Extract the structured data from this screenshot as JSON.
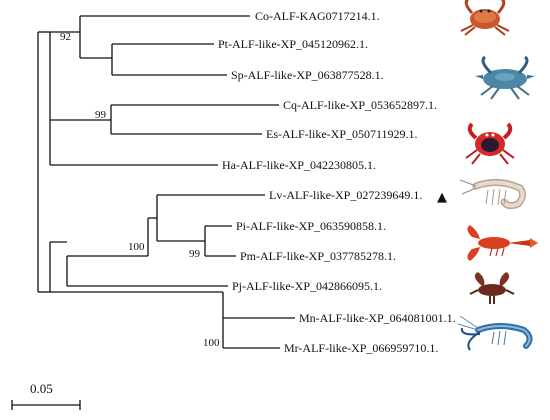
{
  "tree": {
    "leaves": [
      {
        "id": "co",
        "label": "Co-ALF-KAG0717214.1."
      },
      {
        "id": "pt",
        "label": "Pt-ALF-like-XP_045120962.1."
      },
      {
        "id": "sp",
        "label": "Sp-ALF-like-XP_063877528.1."
      },
      {
        "id": "cq",
        "label": "Cq-ALF-like-XP_053652897.1."
      },
      {
        "id": "es",
        "label": "Es-ALF-like-XP_050711929.1."
      },
      {
        "id": "ha",
        "label": "Ha-ALF-like-XP_042230805.1."
      },
      {
        "id": "lv",
        "label": "Lv-ALF-like-XP_027239649.1."
      },
      {
        "id": "pi",
        "label": "Pi-ALF-like-XP_063590858.1."
      },
      {
        "id": "pm",
        "label": "Pm-ALF-like-XP_037785278.1."
      },
      {
        "id": "pj",
        "label": "Pj-ALF-like-XP_042866095.1."
      },
      {
        "id": "mn",
        "label": "Mn-ALF-like-XP_064081001.1."
      },
      {
        "id": "mr",
        "label": "Mr-ALF-like-XP_066959710.1."
      }
    ],
    "bootstrap": [
      {
        "id": "b92",
        "value": "92"
      },
      {
        "id": "b99a",
        "value": "99"
      },
      {
        "id": "b99b",
        "value": "99"
      },
      {
        "id": "b100a",
        "value": "100"
      },
      {
        "id": "b100b",
        "value": "100"
      }
    ],
    "marker": {
      "symbol": "▲",
      "target": "lv"
    },
    "scale_bar": {
      "label": "0.05"
    }
  },
  "illustrations": [
    {
      "name": "orange-crab",
      "color": "#c9562c"
    },
    {
      "name": "blue-crab",
      "color": "#4d86a6"
    },
    {
      "name": "red-black-crab",
      "color": "#d42a2a"
    },
    {
      "name": "white-shrimp",
      "color": "#d9c8b8"
    },
    {
      "name": "red-crayfish",
      "color": "#d9401f"
    },
    {
      "name": "lobster",
      "color": "#6b2a1c"
    },
    {
      "name": "blue-prawn",
      "color": "#2f6fa8"
    }
  ]
}
